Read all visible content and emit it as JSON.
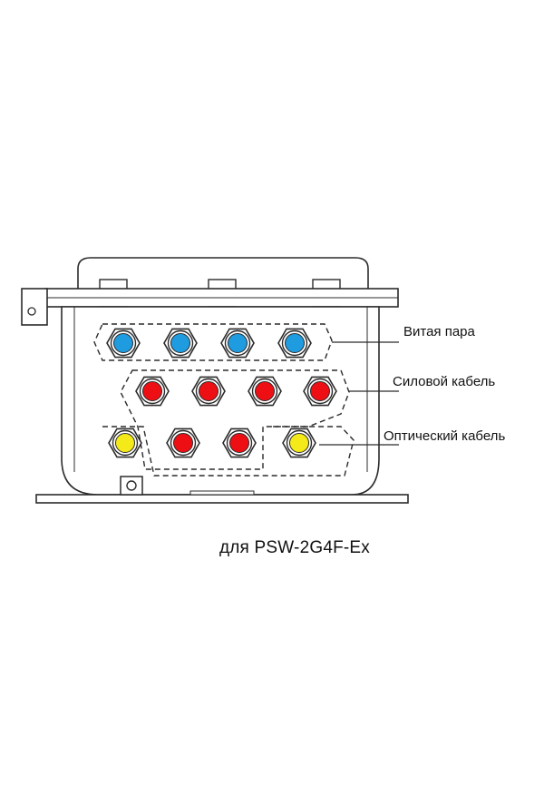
{
  "diagram": {
    "labels": {
      "twisted_pair": "Витая пара",
      "power_cable": "Силовой кабель",
      "optical_cable": "Оптический кабель"
    },
    "caption": "для PSW-2G4F-Ex"
  },
  "colors": {
    "twisted_pair": "#1f9be0",
    "power_cable": "#ee0f14",
    "optical_cable": "#f4e919",
    "outline": "#2b2b2b",
    "body_fill": "#ffffff"
  },
  "icons": {
    "cable_gland": "hexagon-gland-icon",
    "ground_terminal": "ground-terminal-icon"
  }
}
